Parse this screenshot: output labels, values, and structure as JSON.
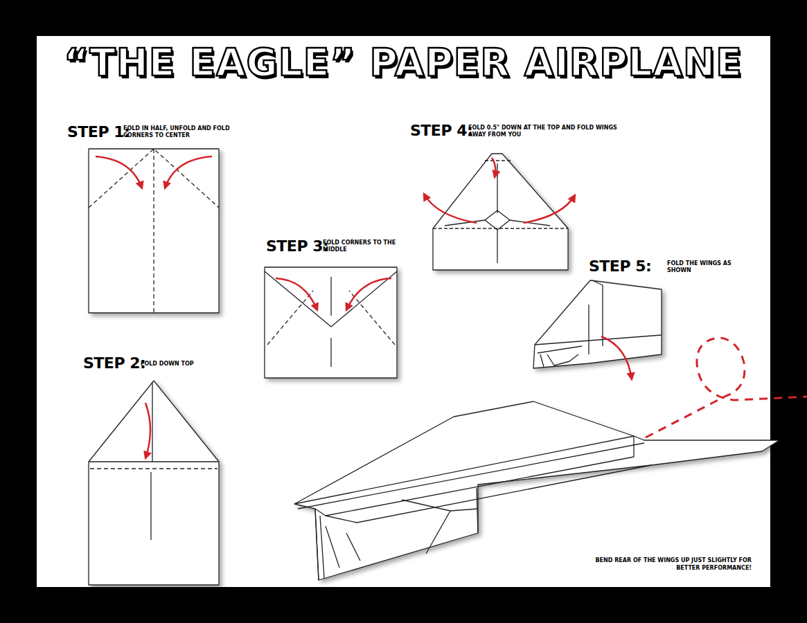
{
  "diagram": {
    "title": "“THE EAGLE” PAPER AIRPLANE",
    "labels": [
      "STEP 1:",
      "FOLD IN HALF, UNFOLD AND FOLD CORNERS TO CENTER",
      "STEP 2:",
      "FOLD DOWN TOP",
      "STEP 3:",
      "FOLD CORNERS TO THE MIDDLE",
      "STEP 4:",
      "FOLD 0.5\" DOWN AT THE TOP AND FOLD WINGS AWAY FROM YOU",
      "STEP 5:",
      "FOLD THE WINGS AS SHOWN",
      "BEND REAR OF THE WINGS UP JUST SLIGHTLY FOR BETTER PERFORMANCE!"
    ]
  }
}
